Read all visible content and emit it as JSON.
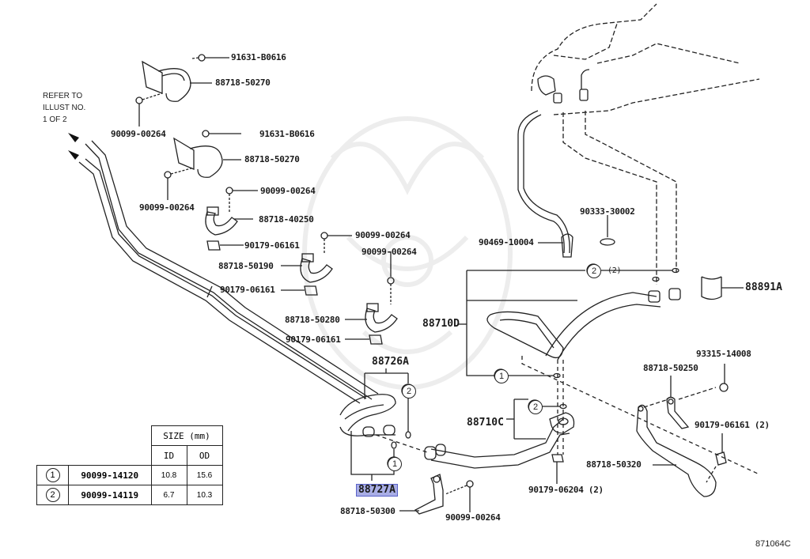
{
  "figure_id": "871064C",
  "note": {
    "line1": "REFER TO",
    "line2": "ILLUST NO.",
    "line3": "1 OF 2"
  },
  "parts": {
    "bolt_top_1": "91631-B0616",
    "clamp_top_1": "88718-50270",
    "bolt_side_1": "90099-00264",
    "bolt_top_2": "91631-B0616",
    "clamp_top_2": "88718-50270",
    "bolt_side_2": "90099-00264",
    "bolt_clamp_a": "90099-00264",
    "clamp_a": "88718-40250",
    "nut_a": "90179-06161",
    "bolt_clamp_b": "90099-00264",
    "clamp_b": "88718-50190",
    "nut_b": "90179-06161",
    "bolt_clamp_c": "90099-00264",
    "clamp_c": "88718-50280",
    "nut_c": "90179-06161",
    "pipe_88726": "88726A",
    "pipe_88727": "88727A",
    "clamp_bottom": "88718-50300",
    "bolt_bottom": "90099-00264",
    "clip_90469": "90469-10004",
    "plug_90333": "90333-30002",
    "qty_2": "(2)",
    "cooler_88710d": "88710D",
    "cooler_88710c": "88710C",
    "sleeve_88891": "88891A",
    "nut_93315": "93315-14008",
    "clamp_50250": "88718-50250",
    "nut_06161_2": "90179-06161 (2)",
    "bracket_50320": "88718-50320",
    "nut_06204_2": "90179-06204 (2)"
  },
  "callouts": {
    "one": "1",
    "two": "2"
  },
  "size_table": {
    "header": "SIZE (mm)",
    "col_id": "ID",
    "col_od": "OD",
    "rows": [
      {
        "mark": "1",
        "part": "90099-14120",
        "id": "10.8",
        "od": "15.6"
      },
      {
        "mark": "2",
        "part": "90099-14119",
        "id": "6.7",
        "od": "10.3"
      }
    ]
  },
  "colors": {
    "highlight_fill": "#a9aee6",
    "highlight_border": "#5a62c8",
    "line": "#222222",
    "watermark": "#ececec"
  }
}
